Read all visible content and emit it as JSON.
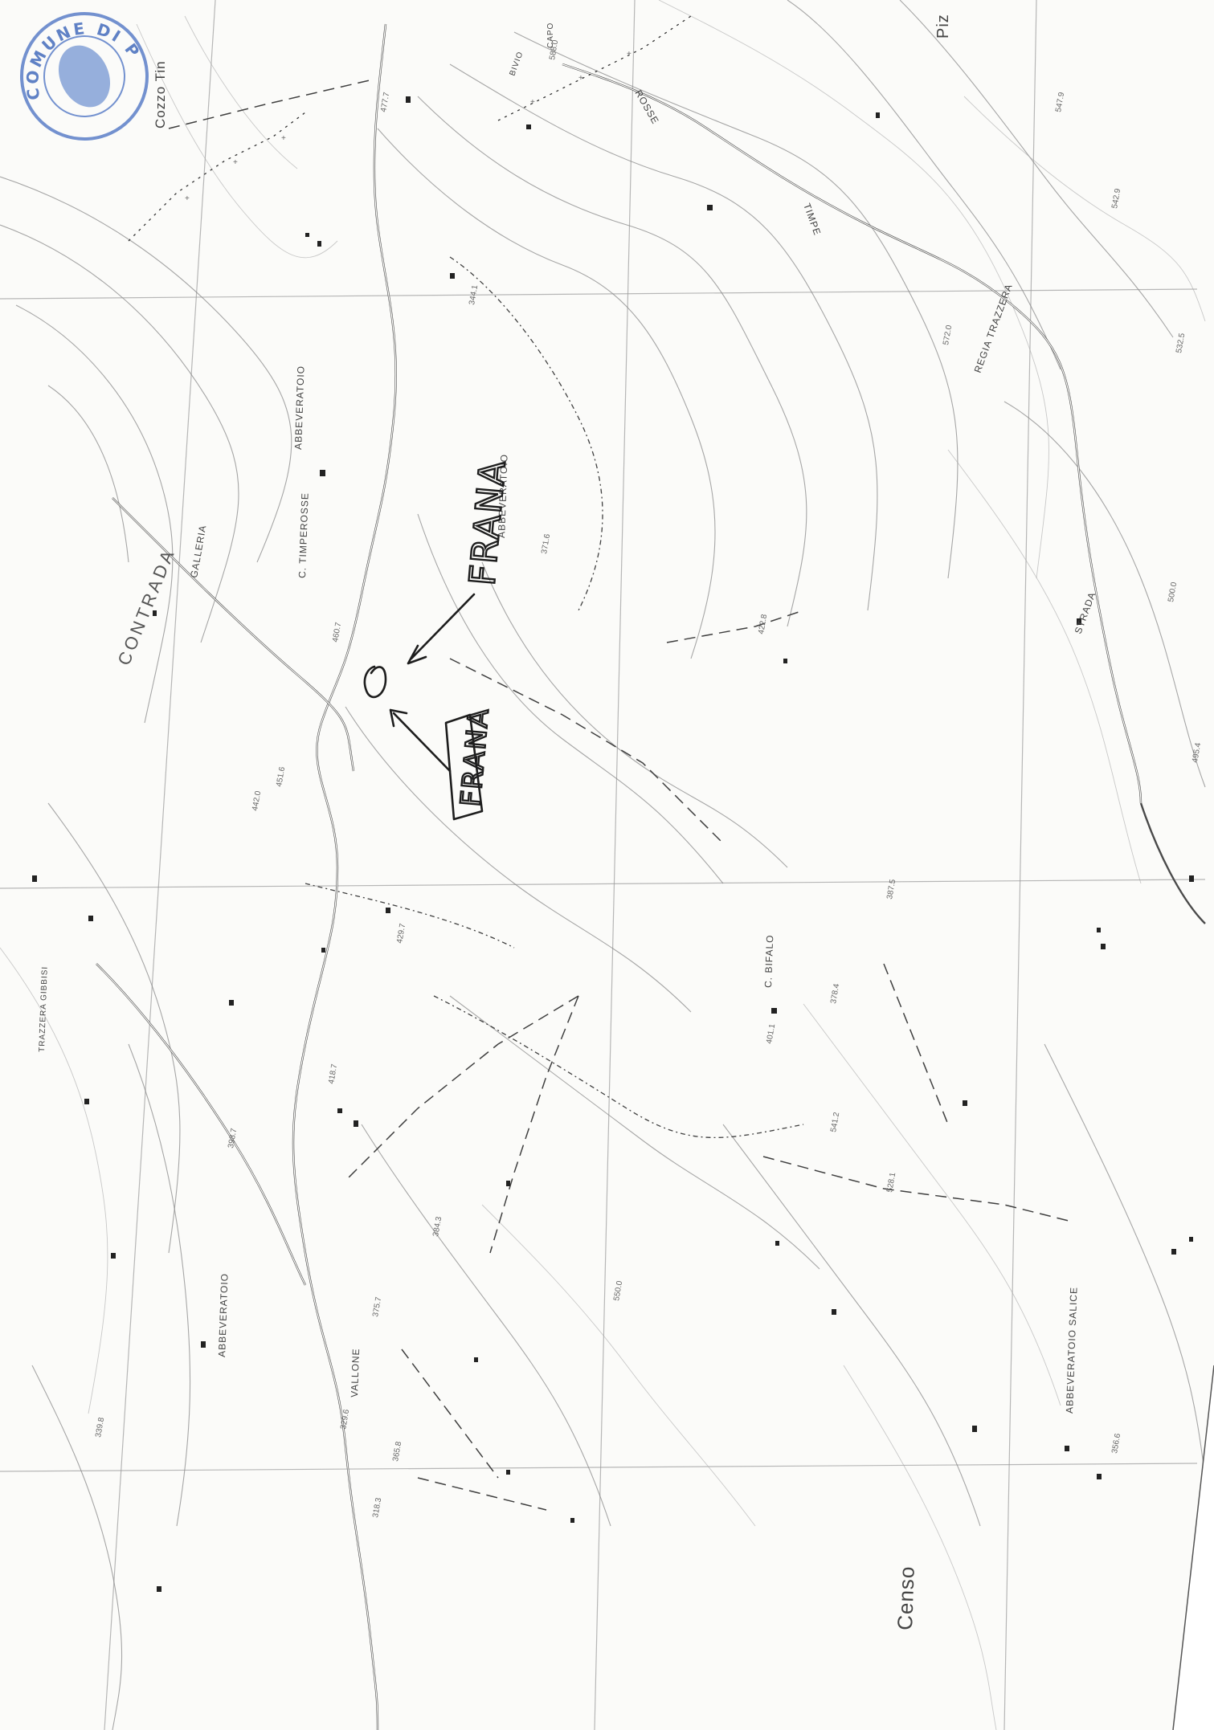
{
  "stamp": {
    "text": "COMUNE DI PALAZZO",
    "color": "#5a7ec8"
  },
  "annotations": {
    "frana_top": "FRANA",
    "frana_bottom": "FRANA"
  },
  "labels": {
    "cozzo": "Cozzo Tin",
    "pizzo": "Piz",
    "contrada": "CONTRADA",
    "galleria": "GALLERIA",
    "c_timperosse": "C. TIMPEROSSE",
    "abbeveratoio_1": "ABBEVERATOIO",
    "abbeveratoio_2": "ABBEVERATOIO",
    "abbeveratoio_3": "ABBEVERATOIO",
    "abbeveratoio_salice": "ABBEVERATOIO SALICE",
    "regia_trazzera": "REGIA TRAZZERA",
    "trazzera_gibbisi": "TRAZZERA GIBBISI",
    "bivio": "BIVIO",
    "timpe": "TIMPE",
    "rosse": "ROSSE",
    "strada": "STRADA",
    "censo": "Censo",
    "c_bifalo": "C. BIFALO",
    "capo": "CAPO",
    "vallone": "VALLONE"
  },
  "spot_heights": [
    "477.7",
    "588.0",
    "547.9",
    "572.0",
    "542.9",
    "532.5",
    "460.7",
    "451.6",
    "442.0",
    "429.7",
    "418.7",
    "398.7",
    "384.3",
    "375.7",
    "365.8",
    "550.0",
    "541.2",
    "528.1",
    "500.0",
    "495.4",
    "422.8",
    "401.1",
    "387.5",
    "378.4",
    "356.6",
    "339.8",
    "329.6",
    "318.3",
    "344.1",
    "371.6"
  ]
}
